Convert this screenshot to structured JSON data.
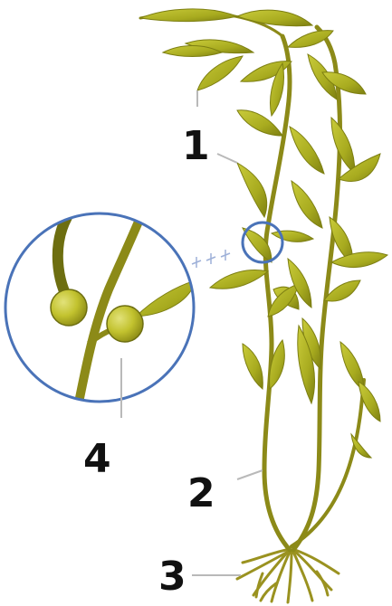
{
  "diagram": {
    "labels": {
      "one": "1",
      "two": "2",
      "three": "3",
      "four": "4"
    },
    "colors": {
      "leaf": "#a8ab1f",
      "leaf_shadow": "#7d7f12",
      "stipe": "#8c8a18",
      "holdfast": "#9a9220",
      "bladder": "#c2c22e",
      "magnifier_ring": "#4a73b8",
      "leader": "#b9b9b9",
      "text": "#111111"
    },
    "icons": [
      "kelp-plant-illustration",
      "magnifier-circle"
    ]
  }
}
